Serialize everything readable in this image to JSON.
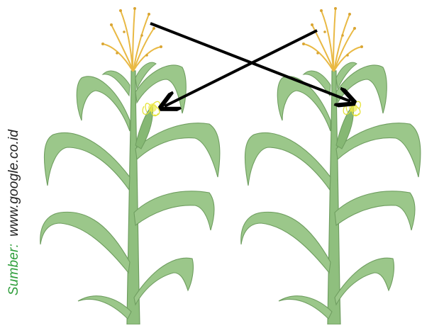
{
  "source": {
    "label": "Sumber:",
    "url": "www.google.co.id"
  },
  "colors": {
    "leaf": "#9bc78a",
    "leaf_dark": "#6f9e60",
    "stem": "#8fbf7e",
    "tassel": "#e9b944",
    "silk": "#e6e33a",
    "arrow": "#000000",
    "source_label": "#2e9e3a"
  },
  "plants": [
    {
      "name": "corn-plant-left"
    },
    {
      "name": "corn-plant-right"
    }
  ],
  "arrows": [
    {
      "name": "arrow-left-tassel-to-right-ear",
      "from": "left tassel",
      "to": "right ear"
    },
    {
      "name": "arrow-right-tassel-to-left-ear",
      "from": "right tassel",
      "to": "left ear"
    }
  ]
}
